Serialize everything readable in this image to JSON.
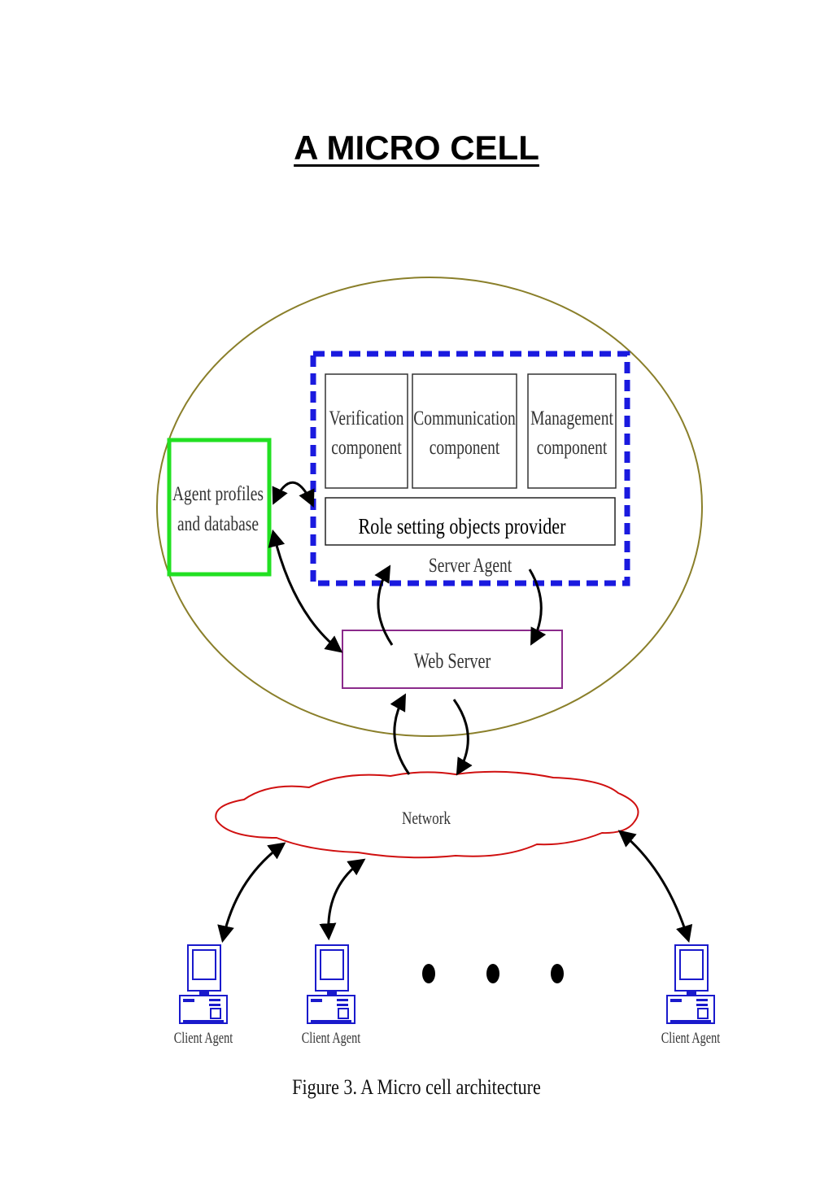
{
  "page": {
    "title": "A MICRO CELL"
  },
  "diagram": {
    "server_agent": {
      "label": "Server Agent",
      "components": [
        {
          "line1": "Verification",
          "line2": "component"
        },
        {
          "line1": "Communication",
          "line2": "component"
        },
        {
          "line1": "Management",
          "line2": "component"
        }
      ],
      "provider_label": "Role setting objects provider"
    },
    "database": {
      "line1": "Agent profiles",
      "line2": "and database"
    },
    "web_server": {
      "label": "Web Server"
    },
    "network": {
      "label": "Network"
    },
    "clients": [
      {
        "label": "Client Agent"
      },
      {
        "label": "Client Agent"
      },
      {
        "label": "Client Agent"
      }
    ],
    "colors": {
      "cell_outline": "#8a7f2a",
      "server_agent_border": "#1a1adf",
      "database_border": "#22e022",
      "web_server_border": "#8b2a8b",
      "network_outline": "#d01010",
      "computer": "#1a1acc"
    }
  },
  "caption": "Figure 3. A Micro cell architecture"
}
